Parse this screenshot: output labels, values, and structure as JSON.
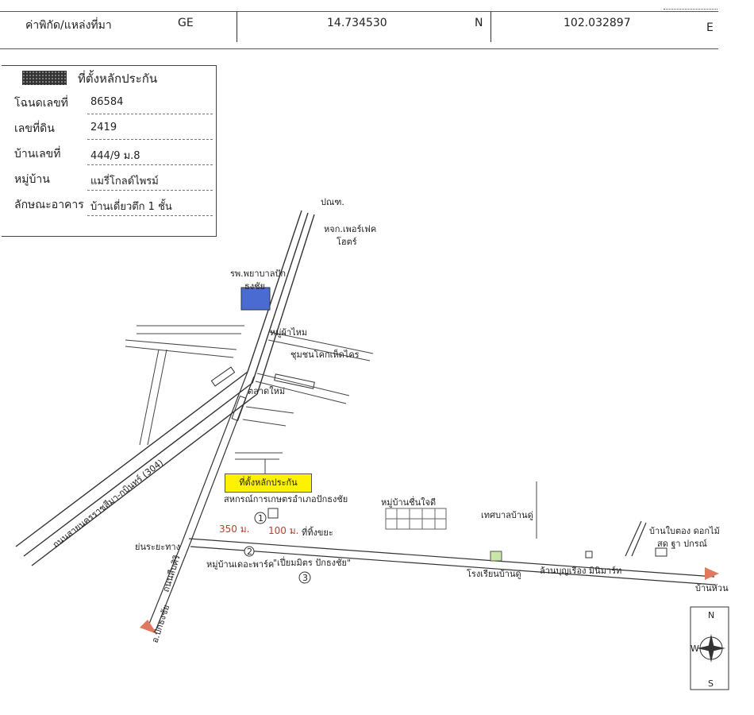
{
  "coords": {
    "label": "ค่าพิกัด/แหล่งที่มา",
    "source": "GE",
    "lat": "14.734530",
    "lat_dir": "N",
    "lon": "102.032897",
    "lon_dir": "E"
  },
  "info": {
    "legend_label": "ที่ตั้งหลักประกัน",
    "rows": [
      {
        "label": "โฉนดเลขที่",
        "value": "86584"
      },
      {
        "label": "เลขที่ดิน",
        "value": "2419"
      },
      {
        "label": "บ้านเลขที่",
        "value": "444/9 ม.8"
      },
      {
        "label": "หมู่บ้าน",
        "value": "แมรี่โกลด์ไพรม์"
      },
      {
        "label": "ลักษณะอาคาร",
        "value": "บ้านเดี่ยวตึก 1 ชั้น"
      }
    ]
  },
  "map": {
    "callout": "ที่ตั้งหลักประกัน",
    "labels": {
      "post": "ปณฑ.",
      "store": "หจก.เพอร์เฟค",
      "store2": "โฮตร์",
      "hospital": "รพ.พยาบาลปัก",
      "hospital2": "ธงชัย",
      "pak_store": "หมู่ผ้าไหม",
      "community": "ชุมชนโคกเห็ดไคร",
      "market": "ตลาดใหม่",
      "coop": "สหกรณ์การเกษตรอำเภอปักธงชัย",
      "dist350": "350 ม.",
      "dist100": "100 ม.",
      "garbage": "ที่ทิ้งขยะ",
      "bypass": "ย่นระยะทาง",
      "park": "หมู่บ้านเดอะพาร์ค",
      "piyamit": "\"เปี่ยมมิตร ปักธงชัย\"",
      "cheewin": "หมู่บ้านชื่นใจดี",
      "municipal": "เทศบาลบ้านดู่",
      "school": "โรงเรียนบ้านดู่",
      "minimart": "ล้านบุญเรือง มินิมาร์ท",
      "shop_top": "บ้านใบตอง ดอกไม้",
      "shop_top2": "สด ฐา ปกรณ์",
      "ban_huan": "บ้านหัวน",
      "to_pak": "อ.ปักธงชัย",
      "road_main": "ถนนสายนครราชสีมา-กบินทร์ (304)",
      "road_side": "ถนนสืบศิริ",
      "n1": "1",
      "n2": "2",
      "n3": "3",
      "compass_n": "N",
      "compass_s": "S",
      "compass_w": "W"
    }
  }
}
